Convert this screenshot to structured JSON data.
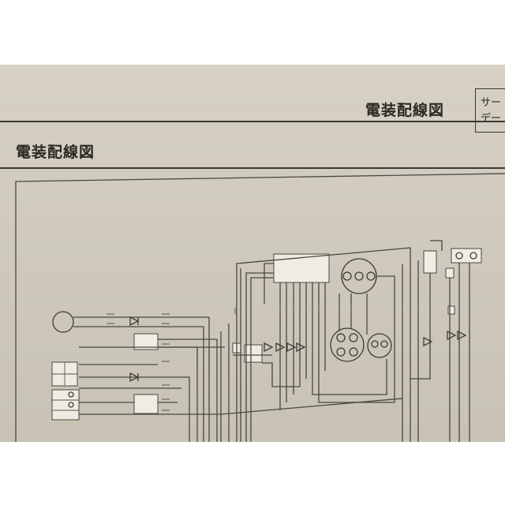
{
  "header": {
    "title": "電装配線図",
    "tab_line1": "サー",
    "tab_line2": "デー"
  },
  "section": {
    "title": "電装配線図"
  }
}
